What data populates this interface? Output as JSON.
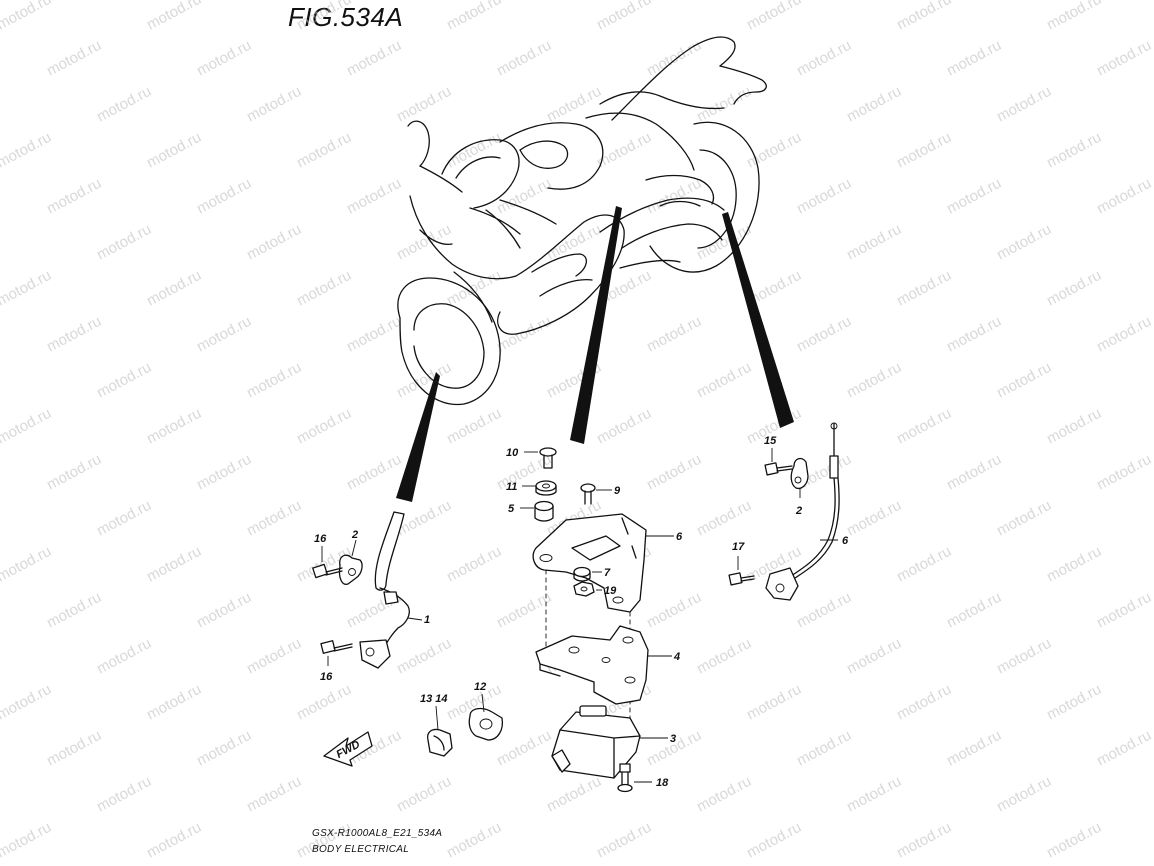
{
  "figure": {
    "title": "FIG.534A",
    "model_code": "GSX-R1000AL8_E21_534A",
    "section_name": "BODY ELECTRICAL",
    "watermark": "motod.ru",
    "fwd_label": "FWD"
  },
  "callouts": [
    {
      "id": "c1",
      "label": "1"
    },
    {
      "id": "c2a",
      "label": "2"
    },
    {
      "id": "c2b",
      "label": "2"
    },
    {
      "id": "c3",
      "label": "3"
    },
    {
      "id": "c4",
      "label": "4"
    },
    {
      "id": "c5",
      "label": "5"
    },
    {
      "id": "c6a",
      "label": "6"
    },
    {
      "id": "c6b",
      "label": "6"
    },
    {
      "id": "c7",
      "label": "7"
    },
    {
      "id": "c9",
      "label": "9"
    },
    {
      "id": "c10",
      "label": "10"
    },
    {
      "id": "c11",
      "label": "11"
    },
    {
      "id": "c12",
      "label": "12"
    },
    {
      "id": "c13",
      "label": "13 14"
    },
    {
      "id": "c15",
      "label": "15"
    },
    {
      "id": "c16a",
      "label": "16"
    },
    {
      "id": "c16b",
      "label": "16"
    },
    {
      "id": "c17",
      "label": "17"
    },
    {
      "id": "c18",
      "label": "18"
    },
    {
      "id": "c19",
      "label": "19"
    }
  ]
}
